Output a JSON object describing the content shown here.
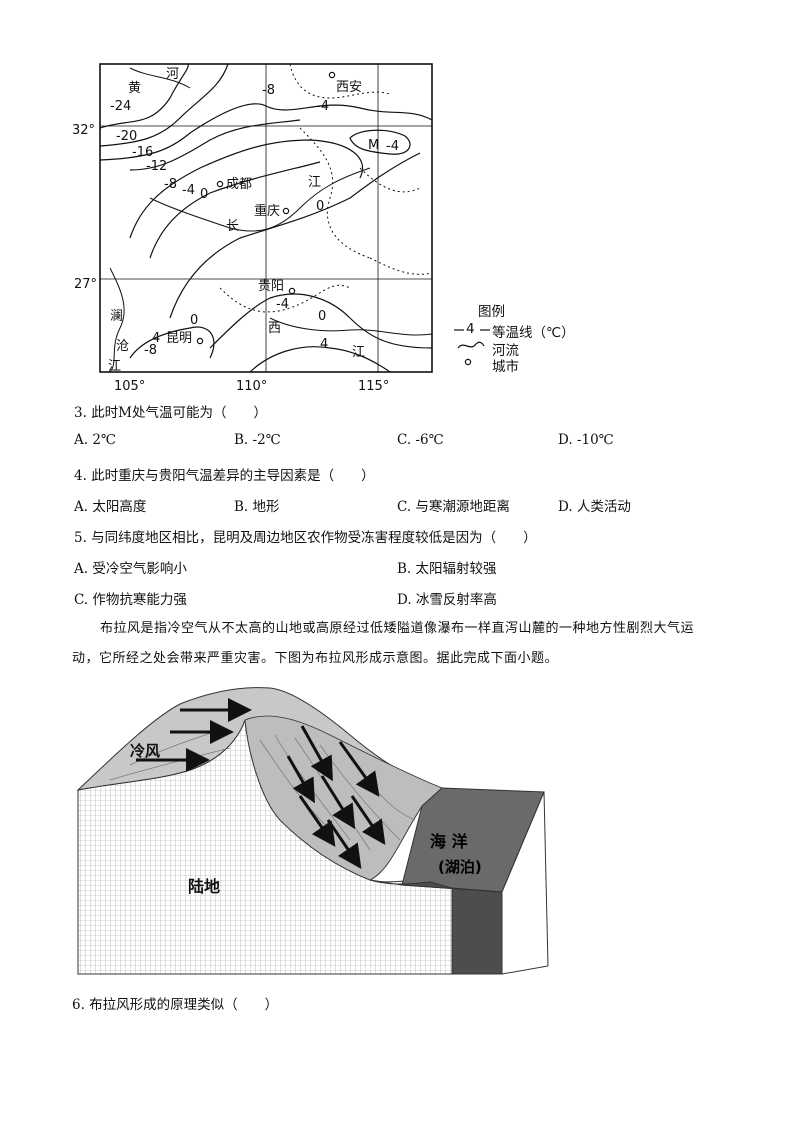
{
  "map": {
    "lat_labels": [
      "32°",
      "27°"
    ],
    "lon_labels": [
      "105°",
      "110°",
      "115°"
    ],
    "isotherm_labels": [
      "-24",
      "-20",
      "-16",
      "-12",
      "-8",
      "-4",
      "0",
      "-8",
      "-4",
      "-4",
      "0",
      "-4",
      "0",
      "4",
      "-8",
      "0",
      "4"
    ],
    "cities": [
      "西安",
      "成都",
      "重庆",
      "贵阳",
      "昆明"
    ],
    "point_label": "M",
    "river_chars": [
      "黄",
      "河",
      "江",
      "长",
      "西",
      "江",
      "澜",
      "沧",
      "江"
    ],
    "legend": {
      "title": "图例",
      "isotherm_sample": "4",
      "isotherm": "等温线（℃）",
      "river": "河流",
      "city": "城市"
    }
  },
  "questions": [
    {
      "text": "3. 此时M处气温可能为（　　）",
      "options": [
        "A. 2℃",
        "B. -2℃",
        "C. -6℃",
        "D. -10℃"
      ]
    },
    {
      "text": "4. 此时重庆与贵阳气温差异的主导因素是（　　）",
      "options": [
        "A.  太阳高度",
        "B.  地形",
        "C.  与寒潮源地距离",
        "D.  人类活动"
      ]
    },
    {
      "text": "5. 与同纬度地区相比，昆明及周边地区农作物受冻害程度较低是因为（　　）",
      "options": [
        "A.  受冷空气影响小",
        "B.  太阳辐射较强",
        "C.  作物抗寒能力强",
        "D.  冰雪反射率高"
      ]
    }
  ],
  "paragraph": {
    "line1": "布拉风是指冷空气从不太高的山地或高原经过低矮隘道像瀑布一样直泻山麓的一种地方性剧烈大气运",
    "line2": "动，它所经之处会带来严重灾害。下图为布拉风形成示意图。据此完成下面小题。"
  },
  "diagram": {
    "cold_wind": "冷风",
    "land": "陆地",
    "ocean": "海 洋",
    "lake": "(湖泊)"
  },
  "question6": "6. 布拉风形成的原理类似（　　）"
}
